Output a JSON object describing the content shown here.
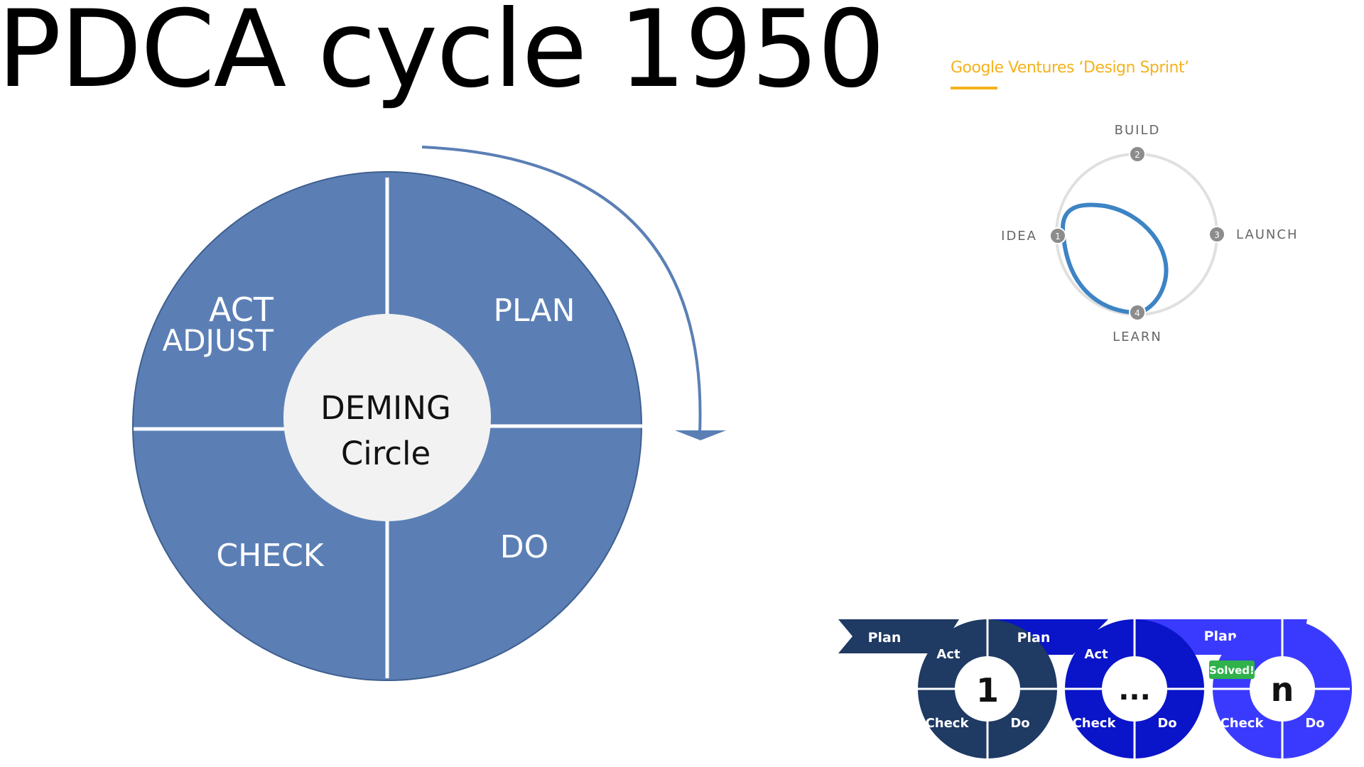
{
  "title": "PDCA cycle 1950",
  "deming": {
    "quadrants": {
      "act": "ACT",
      "adjust": "ADJUST",
      "plan": "PLAN",
      "check": "CHECK",
      "do": "DO"
    },
    "center_line1": "DEMING",
    "center_line2": "Circle",
    "colors": {
      "ring": "#5b7fb5",
      "ring_stroke": "#3f5f8f",
      "center": "#f2f2f2",
      "divider": "#ffffff",
      "arrow": "#5b7fb5"
    }
  },
  "design_sprint": {
    "heading": "Google Ventures ‘Design Sprint’",
    "nodes": [
      {
        "num": "1",
        "label": "IDEA"
      },
      {
        "num": "2",
        "label": "BUILD"
      },
      {
        "num": "3",
        "label": "LAUNCH"
      },
      {
        "num": "4",
        "label": "LEARN"
      }
    ],
    "colors": {
      "heading": "#f5b21c",
      "underline": "#f5b21c",
      "ring": "#e0e0e0",
      "loop": "#3d84c4",
      "node": "#8c8c8c",
      "label": "#666666"
    }
  },
  "iterations": {
    "plan_label": "Plan",
    "stages": [
      {
        "center": "1",
        "act": "Act",
        "plan": "Plan",
        "check": "Check",
        "do": "Do"
      },
      {
        "center": "...",
        "act": "Act",
        "plan": "Plan",
        "check": "Check",
        "do": "Do"
      },
      {
        "center": "n",
        "act": "",
        "plan": "Plan",
        "check": "Check",
        "do": "Do"
      }
    ],
    "badge": "Solved!",
    "colors": {
      "stage1": "#1f3a63",
      "stage2": "#0a14c8",
      "stage3": "#3a3aff",
      "badge": "#2fb24a"
    }
  }
}
